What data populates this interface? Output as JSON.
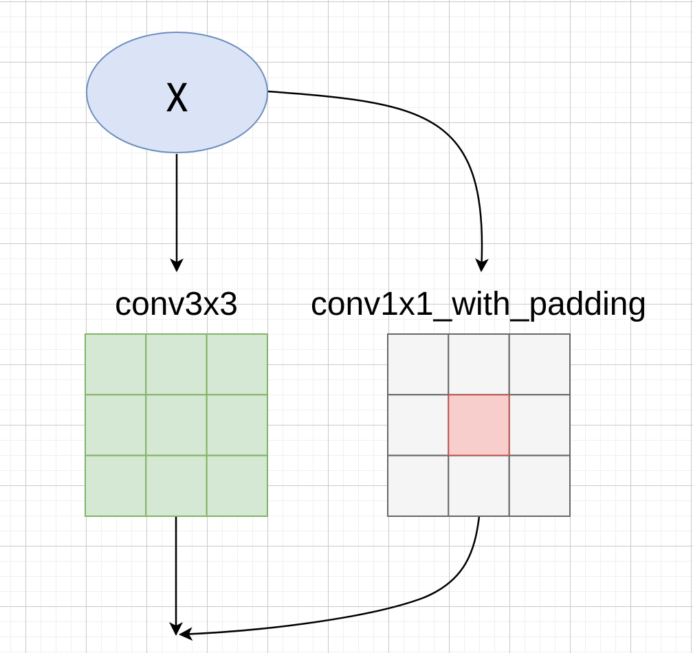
{
  "diagram": {
    "nodes": {
      "x": {
        "label": "x",
        "shape": "ellipse"
      },
      "conv3x3": {
        "label": "conv3x3",
        "shape": "grid-3x3",
        "rows": 3,
        "cols": 3
      },
      "conv1x1": {
        "label": "conv1x1_with_padding",
        "shape": "grid-3x3",
        "rows": 3,
        "cols": 3,
        "highlighted_cell": "center"
      }
    },
    "edges": [
      {
        "from": "x",
        "to": "conv3x3"
      },
      {
        "from": "x",
        "to": "conv1x1_with_padding"
      },
      {
        "from": "conv3x3",
        "to": "merge-point"
      },
      {
        "from": "conv1x1_with_padding",
        "to": "merge-point"
      }
    ]
  },
  "colors": {
    "bg": "#ffffff",
    "grid_minor": "#f0f0f0",
    "grid_major": "#c9c9c9",
    "x_fill": "#dbe4f7",
    "x_stroke": "#6c8ebf",
    "conv3_fill": "#d5e8d4",
    "conv3_stroke": "#82b366",
    "conv1_fill": "#f5f5f5",
    "conv1_stroke": "#666666",
    "pad_fill": "#f8cecc",
    "pad_stroke": "#b85450",
    "edge_color": "#000000",
    "label_color": "#000000"
  }
}
